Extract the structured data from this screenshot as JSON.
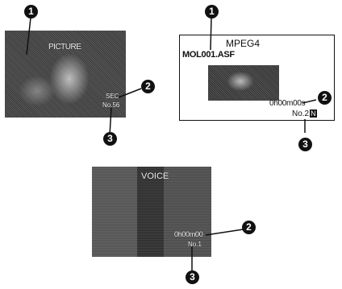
{
  "panel_still": {
    "overlay_text": "PICTURE",
    "mode_text": "SEC",
    "number_text": "No.56"
  },
  "panel_mpeg": {
    "format_text": "MPEG4",
    "filename_text": "MOL001.ASF",
    "time_text": "0h00m00s",
    "number_text": "No.2",
    "mode_icon_text": "N"
  },
  "panel_voice": {
    "title_text": "VOICE",
    "time_text": "0h00m00",
    "number_text": "No.1"
  },
  "callouts": {
    "one": "1",
    "two": "2",
    "three": "3"
  }
}
